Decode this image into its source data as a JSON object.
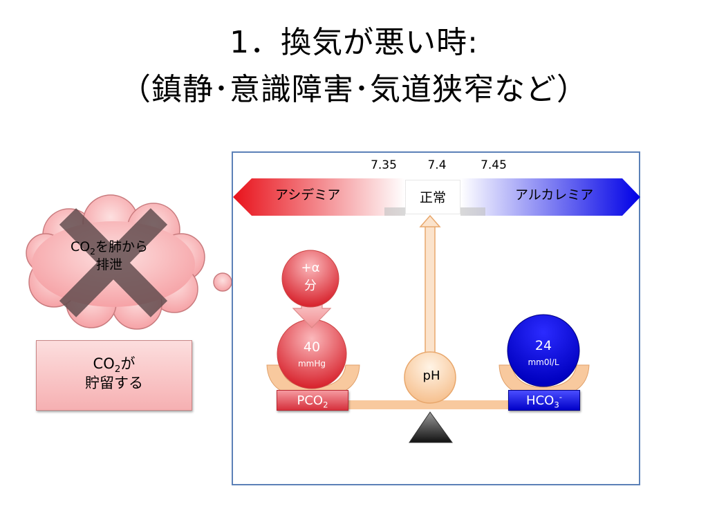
{
  "title": {
    "line1": "1．換気が悪い時:",
    "line2": "（鎮静･意識障害･気道狭窄など）"
  },
  "cloud": {
    "text_co": "CO",
    "text_sub": "2",
    "text_rest": "を肺から",
    "text_line2": "排泄",
    "cross": "crossed-out"
  },
  "retention": {
    "co": "CO",
    "sub": "2",
    "rest": "が",
    "line2": "貯留する"
  },
  "ph_scale": {
    "ticks": [
      "7.35",
      "7.4",
      "7.45"
    ],
    "acidemia_label": "アシデミア",
    "normal_label": "正常",
    "alkalemia_label": "アルカレミア"
  },
  "left_weight": {
    "value": "40",
    "unit": "mmHg",
    "extra_line1": "+α",
    "extra_line2": "分",
    "tag_main": "PCO",
    "tag_sub": "2"
  },
  "right_weight": {
    "value": "24",
    "unit": "mm0l/L",
    "tag_main": "HCO",
    "tag_sub": "3",
    "tag_sup": "-"
  },
  "center": {
    "ph_label": "pH"
  },
  "colors": {
    "acid_red": "#e8121b",
    "alkali_blue": "#0000e6",
    "frame_blue": "#5b80b7",
    "beam_orange": "#f8c99e",
    "cloud_pink": "#f7a3a6",
    "cross_gray": "#6e5658"
  }
}
